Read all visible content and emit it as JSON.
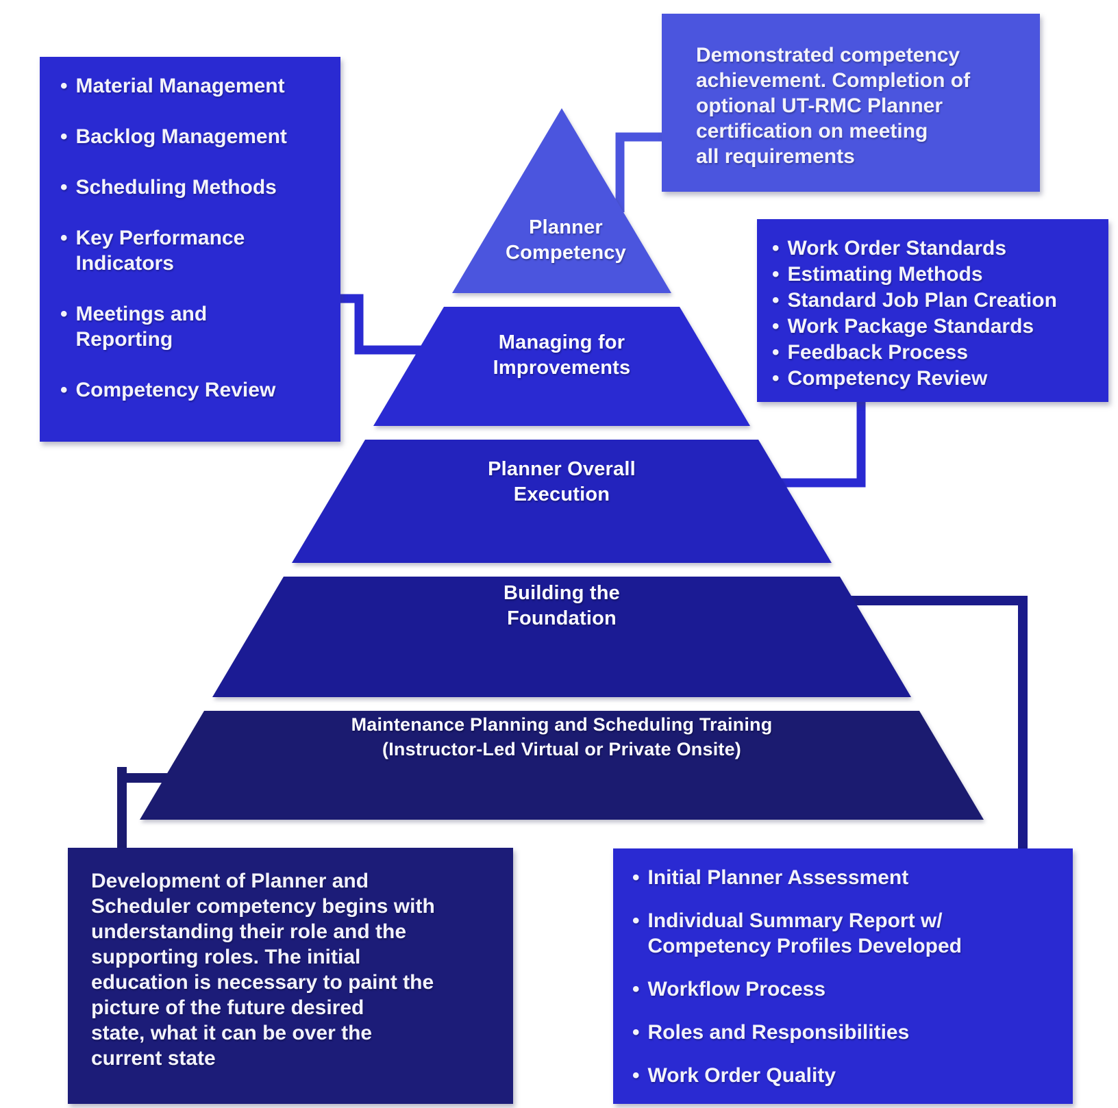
{
  "colors": {
    "background": "#ffffff",
    "light_blue": "#4b55de",
    "bright_blue": "#2a2ad2",
    "mid_blue": "#2323bd",
    "navy_blue": "#1b1b94",
    "dark_navy": "#1b1b70",
    "dark_navy_box": "#1c1c78",
    "connector_dark": "#1b1b8a",
    "text": "#f3f3fa",
    "bullet_char": "•"
  },
  "pyramid": {
    "levels": [
      {
        "label": "Planner\nCompetency"
      },
      {
        "label": "Managing for\nImprovements"
      },
      {
        "label": "Planner Overall\nExecution"
      },
      {
        "label": "Building the\nFoundation"
      },
      {
        "label": "Maintenance Planning and Scheduling Training\n(Instructor-Led Virtual or Private Onsite)"
      }
    ]
  },
  "boxes": {
    "top_left": {
      "items": [
        "Material Management",
        "Backlog Management",
        "Scheduling Methods",
        "Key Performance\nIndicators",
        "Meetings and\nReporting",
        "Competency Review"
      ]
    },
    "top_right": {
      "text": "Demonstrated competency\nachievement. Completion of\noptional UT-RMC Planner\ncertification on meeting\nall requirements"
    },
    "right": {
      "items": [
        "Work Order Standards",
        "Estimating Methods",
        "Standard Job Plan Creation",
        "Work Package Standards",
        "Feedback Process",
        "Competency Review"
      ]
    },
    "bottom_left": {
      "text": "Development of Planner and\nScheduler competency begins with\nunderstanding their role and the\nsupporting roles. The initial\neducation is necessary to paint the\npicture of the future desired\nstate, what it can be over the\ncurrent state"
    },
    "bottom_right": {
      "items": [
        "Initial Planner Assessment",
        "Individual Summary Report w/\nCompetency Profiles Developed",
        "Workflow Process",
        "Roles and Responsibilities",
        "Work Order Quality"
      ]
    }
  }
}
